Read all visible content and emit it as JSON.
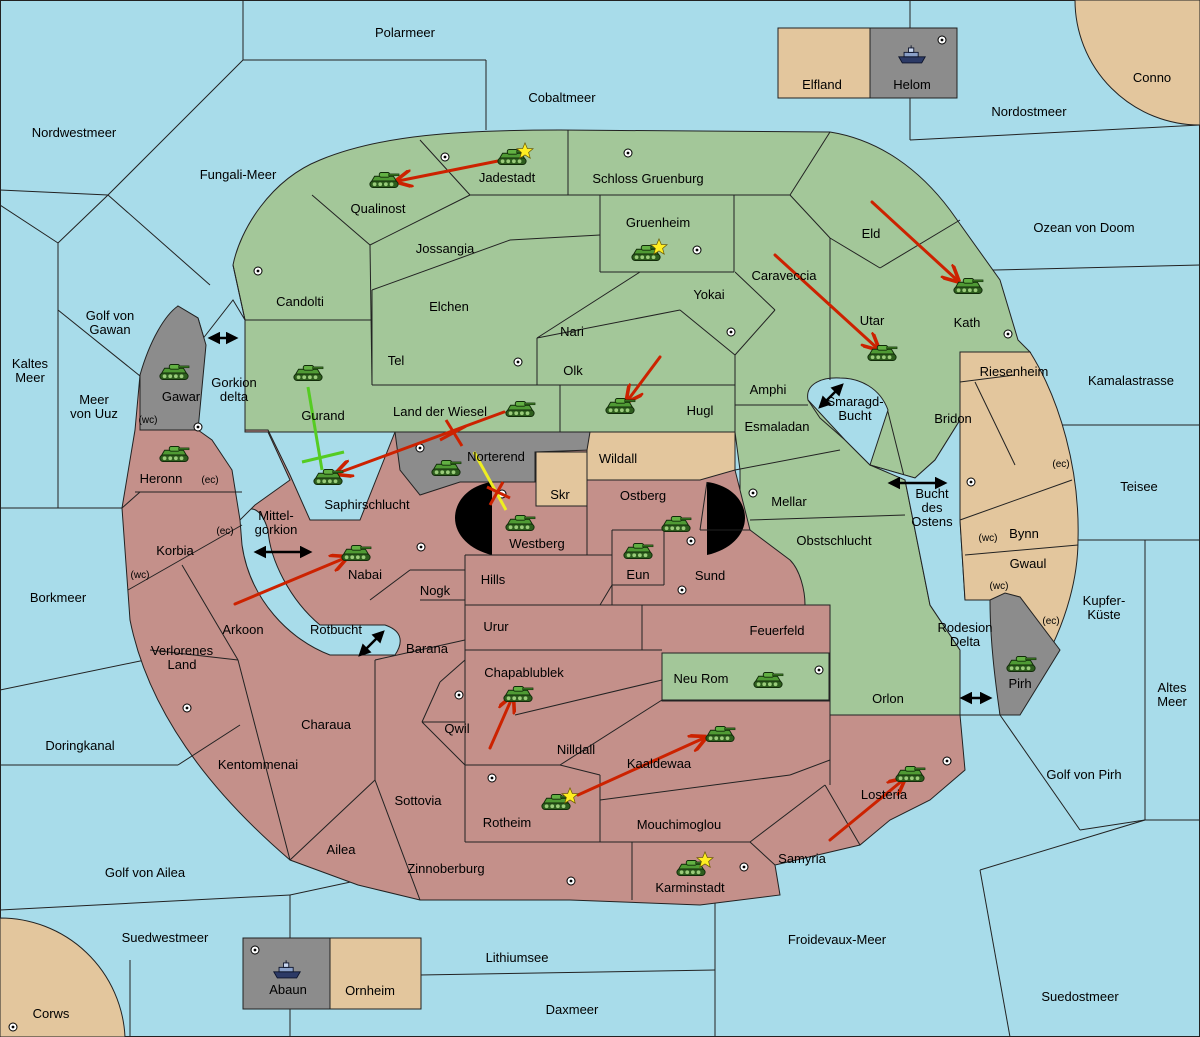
{
  "map": {
    "colors": {
      "sea": "#a8dcea",
      "green": "#a3c799",
      "red": "#c4908a",
      "tan": "#e3c69d",
      "gray": "#8c8c8c",
      "orderRed": "#cc2200",
      "orderGreen": "#55cc22",
      "orderYellow": "#eeee22"
    },
    "labels": {
      "polarmeer": "Polarmeer",
      "cobaltmeer": "Cobaltmeer",
      "elfland": "Elfland",
      "helom": "Helom",
      "conno": "Conno",
      "nordostmeer": "Nordostmeer",
      "nordwestmeer": "Nordwestmeer",
      "fungali": "Fungali-Meer",
      "jadestadt": "Jadestadt",
      "schloss": "Schloss Gruenburg",
      "qualinost": "Qualinost",
      "gruenheim": "Gruenheim",
      "eld": "Eld",
      "ozean": "Ozean von Doom",
      "jossangia": "Jossangia",
      "caraveccia": "Caraveccia",
      "candolti": "Candolti",
      "elchen": "Elchen",
      "yokai": "Yokai",
      "kath": "Kath",
      "utar": "Utar",
      "golfgawan": "Golf von\nGawan",
      "nari": "Nari",
      "tel": "Tel",
      "kaltes": "Kaltes\nMeer",
      "olk": "Olk",
      "riesenheim": "Riesenheim",
      "kamalastrasse": "Kamalastrasse",
      "gorkiondelta": "Gorkion\ndelta",
      "gawar": "Gawar",
      "amphi": "Amphi",
      "meeruuz": "Meer\nvon Uuz",
      "gurand": "Gurand",
      "landwiesel": "Land der Wiesel",
      "hugl": "Hugl",
      "smaragd": "Smaragd-\nBucht",
      "bridon": "Bridon",
      "wc": "(wc)",
      "ec": "(ec)",
      "esmaladan": "Esmaladan",
      "heronn": "Heronn",
      "norterend": "Norterend",
      "wildall": "Wildall",
      "teisee": "Teisee",
      "skr": "Skr",
      "saphir": "Saphirschlucht",
      "ostberg": "Ostberg",
      "mellar": "Mellar",
      "buchtostens": "Bucht\ndes\nOstens",
      "mittelgorkion": "Mittel-\ngorkion",
      "bynn": "Bynn",
      "westberg": "Westberg",
      "korbia": "Korbia",
      "obstschlucht": "Obstschlucht",
      "gwaul": "Gwaul",
      "nabai": "Nabai",
      "eun": "Eun",
      "sund": "Sund",
      "hills": "Hills",
      "borkmeer": "Borkmeer",
      "nogk": "Nogk",
      "kupfer": "Kupfer-\nKüste",
      "urur": "Urur",
      "arkoon": "Arkoon",
      "rotbucht": "Rotbucht",
      "feuerfeld": "Feuerfeld",
      "rodesion": "Rodesion\nDelta",
      "barana": "Barana",
      "verlorenes": "Verlorenes\nLand",
      "chapa": "Chapablublek",
      "neurom": "Neu Rom",
      "pirh": "Pirh",
      "altes": "Altes\nMeer",
      "charaua": "Charaua",
      "orlon": "Orlon",
      "qwil": "Qwil",
      "doringkanal": "Doringkanal",
      "nilldall": "Nilldall",
      "kaaldewaa": "Kaaldewaa",
      "kentommenai": "Kentommenai",
      "golfpirh": "Golf von Pirh",
      "losteria": "Losteria",
      "sottovia": "Sottovia",
      "rotheim": "Rotheim",
      "mouchimoglou": "Mouchimoglou",
      "ailea": "Ailea",
      "samyria": "Samyria",
      "golfailea": "Golf von Ailea",
      "zinnoberburg": "Zinnoberburg",
      "karminstadt": "Karminstadt",
      "suedwestmeer": "Suedwestmeer",
      "froidevaux": "Froidevaux-Meer",
      "lithiumsee": "Lithiumsee",
      "abaun": "Abaun",
      "ornheim": "Ornheim",
      "suedostmeer": "Suedostmeer",
      "daxmeer": "Daxmeer",
      "corws": "Corws"
    }
  }
}
